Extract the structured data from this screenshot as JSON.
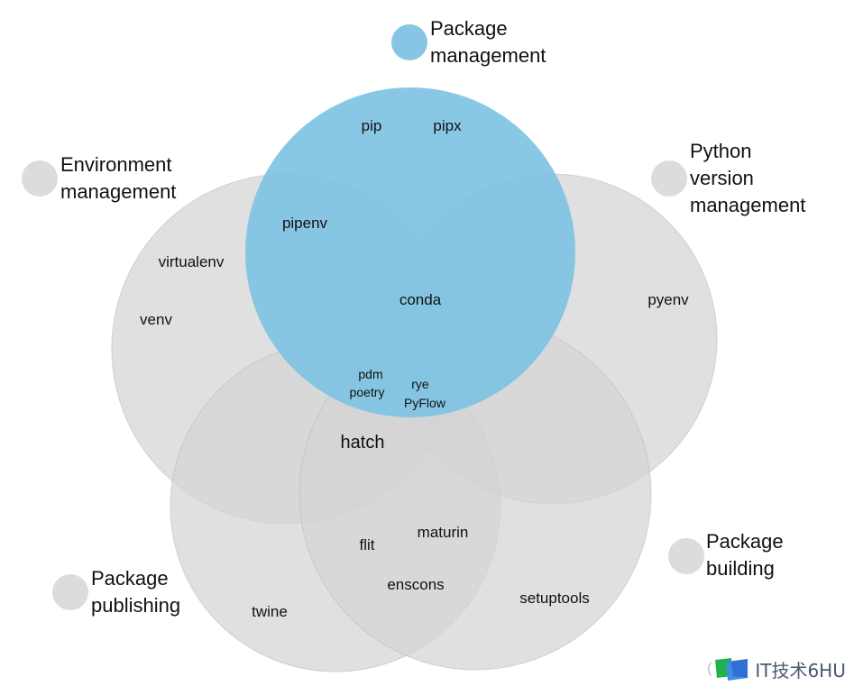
{
  "title": "Python tooling Venn diagram",
  "colors": {
    "package_management": "#7fc3e3",
    "gray_set": "#d4d4d4",
    "legend_gray": "#dcdcdc",
    "outline": "#bdbdbd"
  },
  "sets": [
    {
      "id": "env",
      "label_lines": [
        "Environment",
        "management"
      ],
      "color_key": "gray_set"
    },
    {
      "id": "pyver",
      "label_lines": [
        "Python",
        "version",
        "management"
      ],
      "color_key": "gray_set"
    },
    {
      "id": "publish",
      "label_lines": [
        "Package",
        "publishing"
      ],
      "color_key": "gray_set"
    },
    {
      "id": "build",
      "label_lines": [
        "Package",
        "building"
      ],
      "color_key": "gray_set"
    },
    {
      "id": "pkg",
      "label_lines": [
        "Package",
        "management"
      ],
      "color_key": "package_management"
    }
  ],
  "items": [
    {
      "name": "pip",
      "sets": [
        "pkg"
      ]
    },
    {
      "name": "pipx",
      "sets": [
        "pkg"
      ]
    },
    {
      "name": "pipenv",
      "sets": [
        "pkg",
        "env"
      ]
    },
    {
      "name": "virtualenv",
      "sets": [
        "env"
      ]
    },
    {
      "name": "venv",
      "sets": [
        "env"
      ]
    },
    {
      "name": "conda",
      "sets": [
        "pkg",
        "env",
        "pyver"
      ]
    },
    {
      "name": "pyenv",
      "sets": [
        "pyver"
      ]
    },
    {
      "name": "pdm",
      "sets": [
        "pkg",
        "env",
        "publish",
        "build"
      ]
    },
    {
      "name": "poetry",
      "sets": [
        "pkg",
        "env",
        "publish",
        "build"
      ]
    },
    {
      "name": "rye",
      "sets": [
        "pkg",
        "env",
        "pyver",
        "publish",
        "build"
      ]
    },
    {
      "name": "PyFlow",
      "sets": [
        "pkg",
        "env",
        "pyver",
        "publish",
        "build"
      ]
    },
    {
      "name": "hatch",
      "sets": [
        "env",
        "publish",
        "build"
      ]
    },
    {
      "name": "flit",
      "sets": [
        "publish",
        "build"
      ]
    },
    {
      "name": "maturin",
      "sets": [
        "publish",
        "build"
      ]
    },
    {
      "name": "enscons",
      "sets": [
        "publish",
        "build"
      ]
    },
    {
      "name": "twine",
      "sets": [
        "publish"
      ]
    },
    {
      "name": "setuptools",
      "sets": [
        "build"
      ]
    }
  ],
  "watermark": {
    "open_paren": "(",
    "text": "IT技术6HU"
  }
}
